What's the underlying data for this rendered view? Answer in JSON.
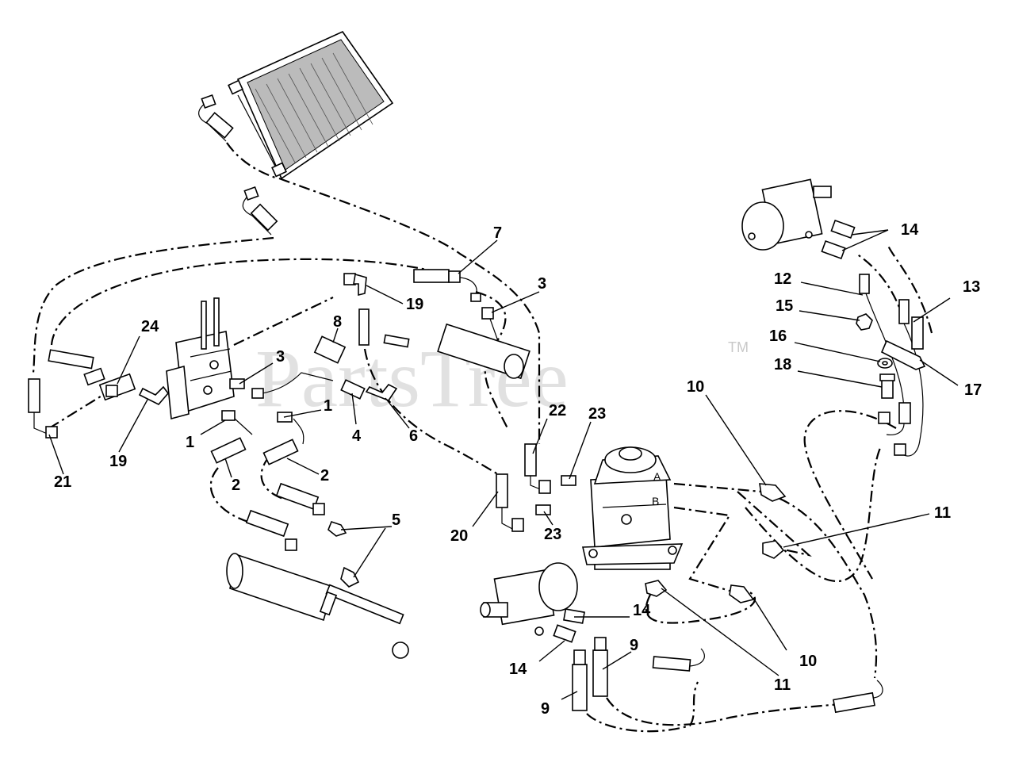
{
  "watermark": {
    "text": "PartsTree",
    "trademark": "TM"
  },
  "callouts": [
    {
      "id": "c7",
      "text": "7"
    },
    {
      "id": "c3a",
      "text": "3"
    },
    {
      "id": "c19a",
      "text": "19"
    },
    {
      "id": "c8",
      "text": "8"
    },
    {
      "id": "c24",
      "text": "24"
    },
    {
      "id": "c3b",
      "text": "3"
    },
    {
      "id": "c1a",
      "text": "1"
    },
    {
      "id": "c1b",
      "text": "1"
    },
    {
      "id": "c4",
      "text": "4"
    },
    {
      "id": "c6",
      "text": "6"
    },
    {
      "id": "c19b",
      "text": "19"
    },
    {
      "id": "c21",
      "text": "21"
    },
    {
      "id": "c2a",
      "text": "2"
    },
    {
      "id": "c2b",
      "text": "2"
    },
    {
      "id": "c5",
      "text": "5"
    },
    {
      "id": "c22",
      "text": "22"
    },
    {
      "id": "c23a",
      "text": "23"
    },
    {
      "id": "c23b",
      "text": "23"
    },
    {
      "id": "c20",
      "text": "20"
    },
    {
      "id": "c10a",
      "text": "10"
    },
    {
      "id": "c10b",
      "text": "10"
    },
    {
      "id": "c11a",
      "text": "11"
    },
    {
      "id": "c11b",
      "text": "11"
    },
    {
      "id": "c14a",
      "text": "14"
    },
    {
      "id": "c14b",
      "text": "14"
    },
    {
      "id": "c14c",
      "text": "14"
    },
    {
      "id": "c12",
      "text": "12"
    },
    {
      "id": "c13",
      "text": "13"
    },
    {
      "id": "c15",
      "text": "15"
    },
    {
      "id": "c16",
      "text": "16"
    },
    {
      "id": "c17",
      "text": "17"
    },
    {
      "id": "c18",
      "text": "18"
    },
    {
      "id": "c9a",
      "text": "9"
    },
    {
      "id": "c9b",
      "text": "9"
    }
  ],
  "port_labels": {
    "a": "A",
    "b": "B"
  }
}
